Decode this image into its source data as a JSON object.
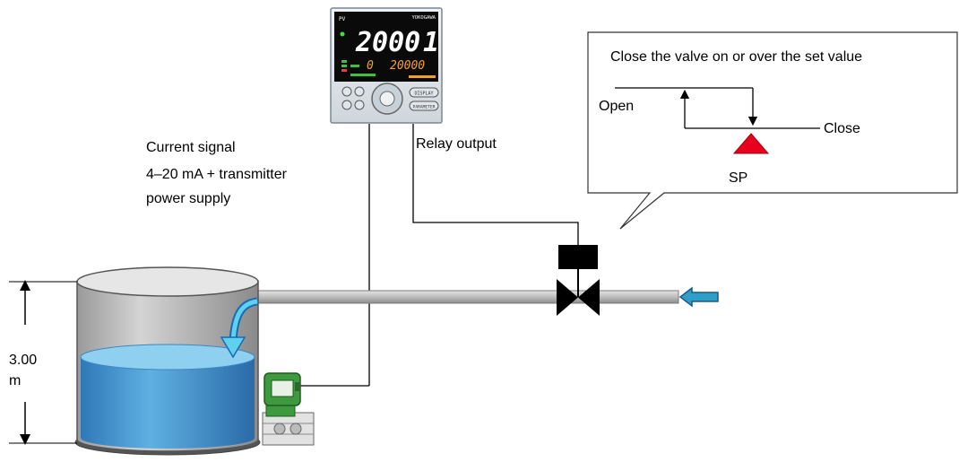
{
  "controller": {
    "brand": "YOKOGAWA",
    "pv_tag": "PV",
    "pv_value": "2000",
    "pv_suffix": "1",
    "sv_left": "0",
    "sv_right": "20000",
    "display_button": "DISPLAY",
    "parameter_button": "PARAMETER"
  },
  "labels": {
    "current_signal_line1": "Current signal",
    "current_signal_line2": "4–20  mA  +  transmitter",
    "current_signal_line3": "power supply",
    "relay_output": "Relay output",
    "height_value": "3.00",
    "height_unit": "m"
  },
  "callout": {
    "title": "Close the valve on or over the set value",
    "open_label": "Open",
    "close_label": "Close",
    "sp_label": "SP"
  },
  "colors": {
    "water": "#4a9fd8",
    "water_top": "#8fd0f0",
    "tank": "#c8c8c8",
    "pipe": "#c6c6c6",
    "sp_marker": "#e8001c",
    "inlet_arrow": "#2f9fc8",
    "transmitter": "#3f9a3f",
    "valve": "#000000"
  },
  "icons": {
    "controller": "yokogawa-controller-icon",
    "transmitter": "level-transmitter-icon",
    "valve": "control-valve-icon",
    "inlet": "inlet-arrow-icon",
    "fill": "fill-arrow-icon"
  }
}
